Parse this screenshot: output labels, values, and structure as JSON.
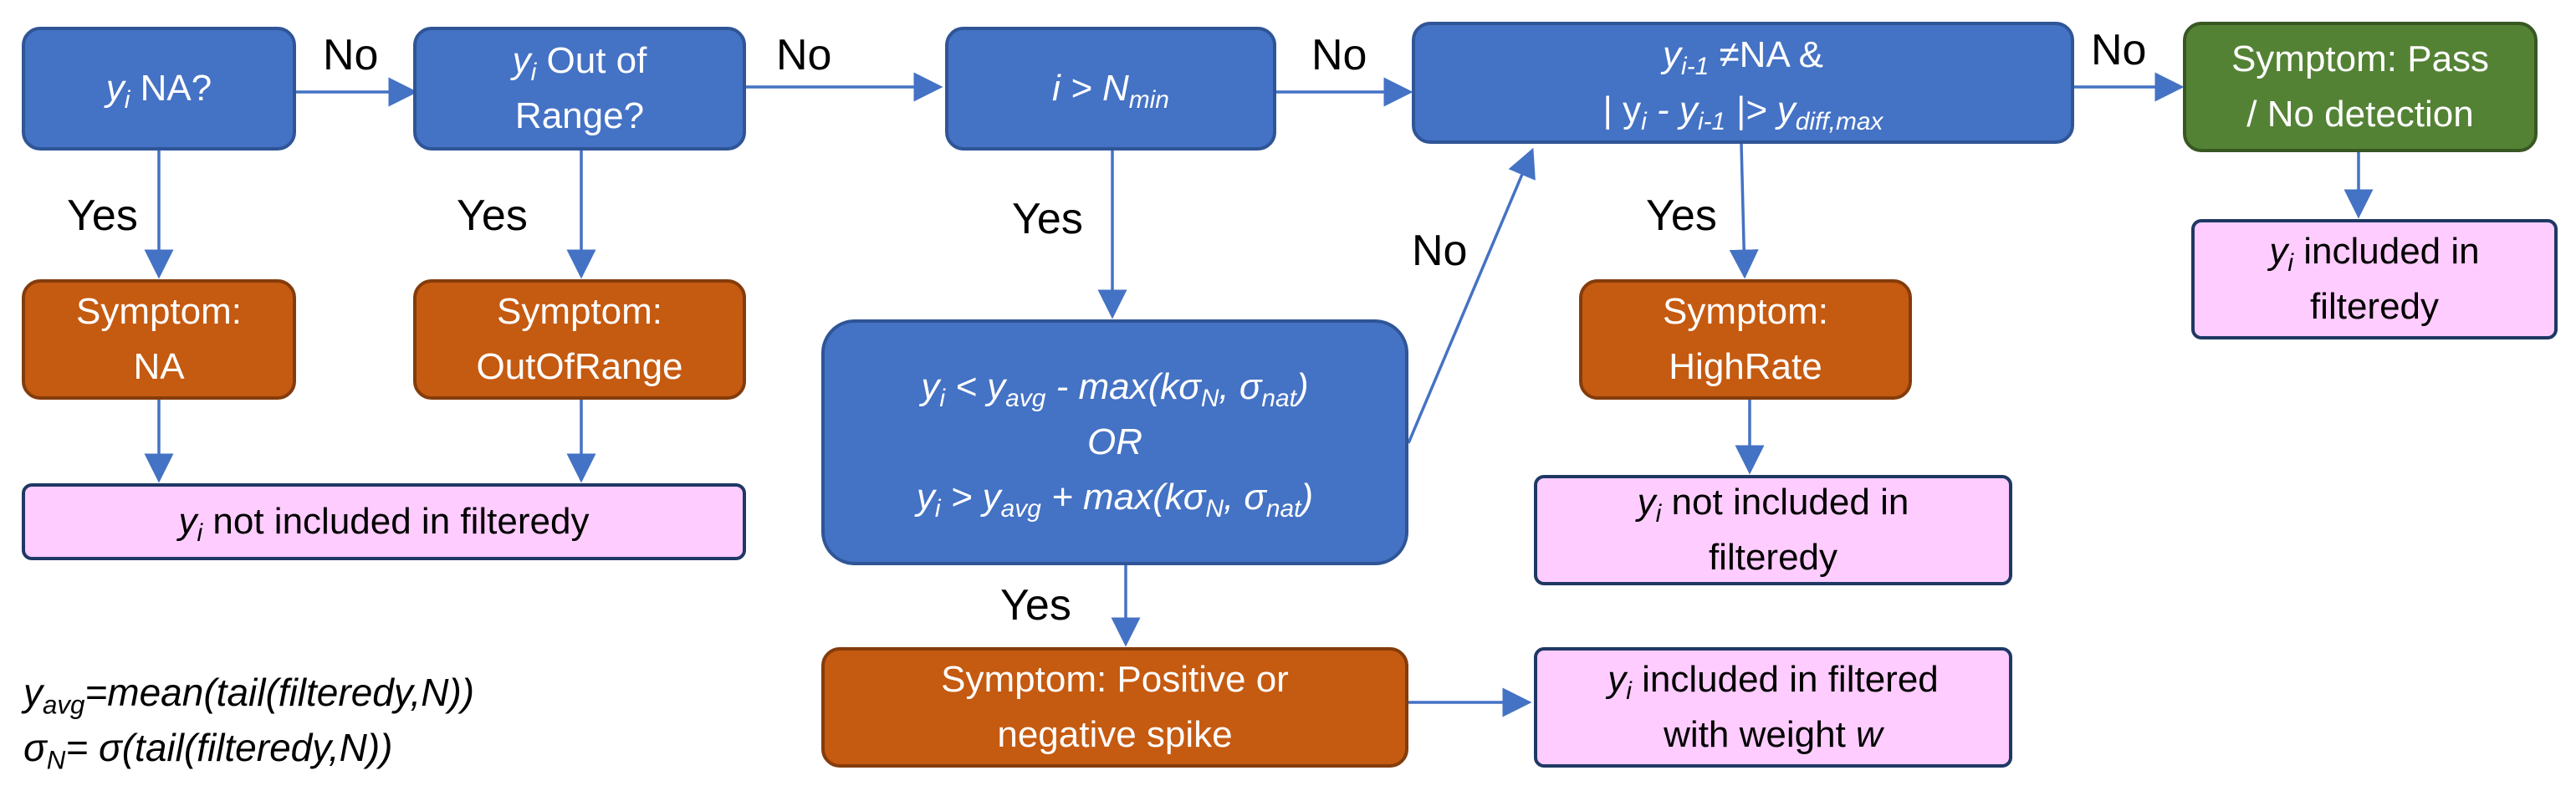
{
  "nodes": {
    "na_check": {
      "pre": "y",
      "sub": "i",
      "post": " NA?"
    },
    "range_check": {
      "l1_pre": "y",
      "l1_sub": "i",
      "l1_post": " Out of",
      "l2": "Range?"
    },
    "nmin_check": {
      "pre": "i > N",
      "sub": "min"
    },
    "rate_check": {
      "l1_pre": "y",
      "l1_sub": "i-1",
      "l1_post": " ≠NA &",
      "l2_a": "| y",
      "l2_a_sub": "i",
      "l2_b": " - y",
      "l2_b_sub": "i-1",
      "l2_c": " |> y",
      "l2_c_sub": "diff,max"
    },
    "spike_check": {
      "l1_a": "y",
      "l1_a_sub": "i",
      "l1_b": " < y",
      "l1_b_sub": "avg",
      "l1_c": " - max(kσ",
      "l1_c_sub": "N",
      "l1_d": ", σ",
      "l1_d_sub": "nat",
      "l1_e": ")",
      "l2": "OR",
      "l3_a": "y",
      "l3_a_sub": "i",
      "l3_b": " > y",
      "l3_b_sub": "avg",
      "l3_c": " + max(kσ",
      "l3_c_sub": "N",
      "l3_d": ", σ",
      "l3_d_sub": "nat",
      "l3_e": ")"
    },
    "sym_na": {
      "l1": "Symptom:",
      "l2": "NA"
    },
    "sym_range": {
      "l1": "Symptom:",
      "l2": "OutOfRange"
    },
    "sym_rate": {
      "l1": "Symptom:",
      "l2": "HighRate"
    },
    "sym_spike": {
      "l1": "Symptom: Positive or",
      "l2": "negative spike"
    },
    "sym_pass": {
      "l1": "Symptom: Pass",
      "l2": "/ No detection"
    },
    "out_excluded_1": {
      "pre": "y",
      "sub": "i",
      "post": " not included in filteredy"
    },
    "out_excluded_2": {
      "l1_pre": "y",
      "l1_sub": "i",
      "l1_post": " not included in",
      "l2": "filteredy"
    },
    "out_included": {
      "l1_pre": "y",
      "l1_sub": "i",
      "l1_post": " included in",
      "l2": "filteredy"
    },
    "out_weighted": {
      "l1_pre": "y",
      "l1_sub": "i",
      "l1_post": " included in filtered",
      "l2_pre": "with weight ",
      "l2_w": "w"
    }
  },
  "edge_labels": {
    "na_no": "No",
    "range_no": "No",
    "nmin_no": "No",
    "rate_no": "No",
    "na_yes": "Yes",
    "range_yes": "Yes",
    "nmin_yes": "Yes",
    "rate_yes": "Yes",
    "spike_no": "No",
    "spike_yes": "Yes"
  },
  "formulas": {
    "avg": {
      "pre": "y",
      "sub": "avg",
      "post": "=mean(tail(filteredy,N))"
    },
    "sigma": {
      "pre": "σ",
      "sub": "N",
      "post": "= σ(tail(filteredy,N))"
    }
  },
  "colors": {
    "decision": "#4472c4",
    "symptom": "#c55a11",
    "pass": "#548235",
    "output": "#ffccff",
    "arrow": "#4472c4"
  }
}
